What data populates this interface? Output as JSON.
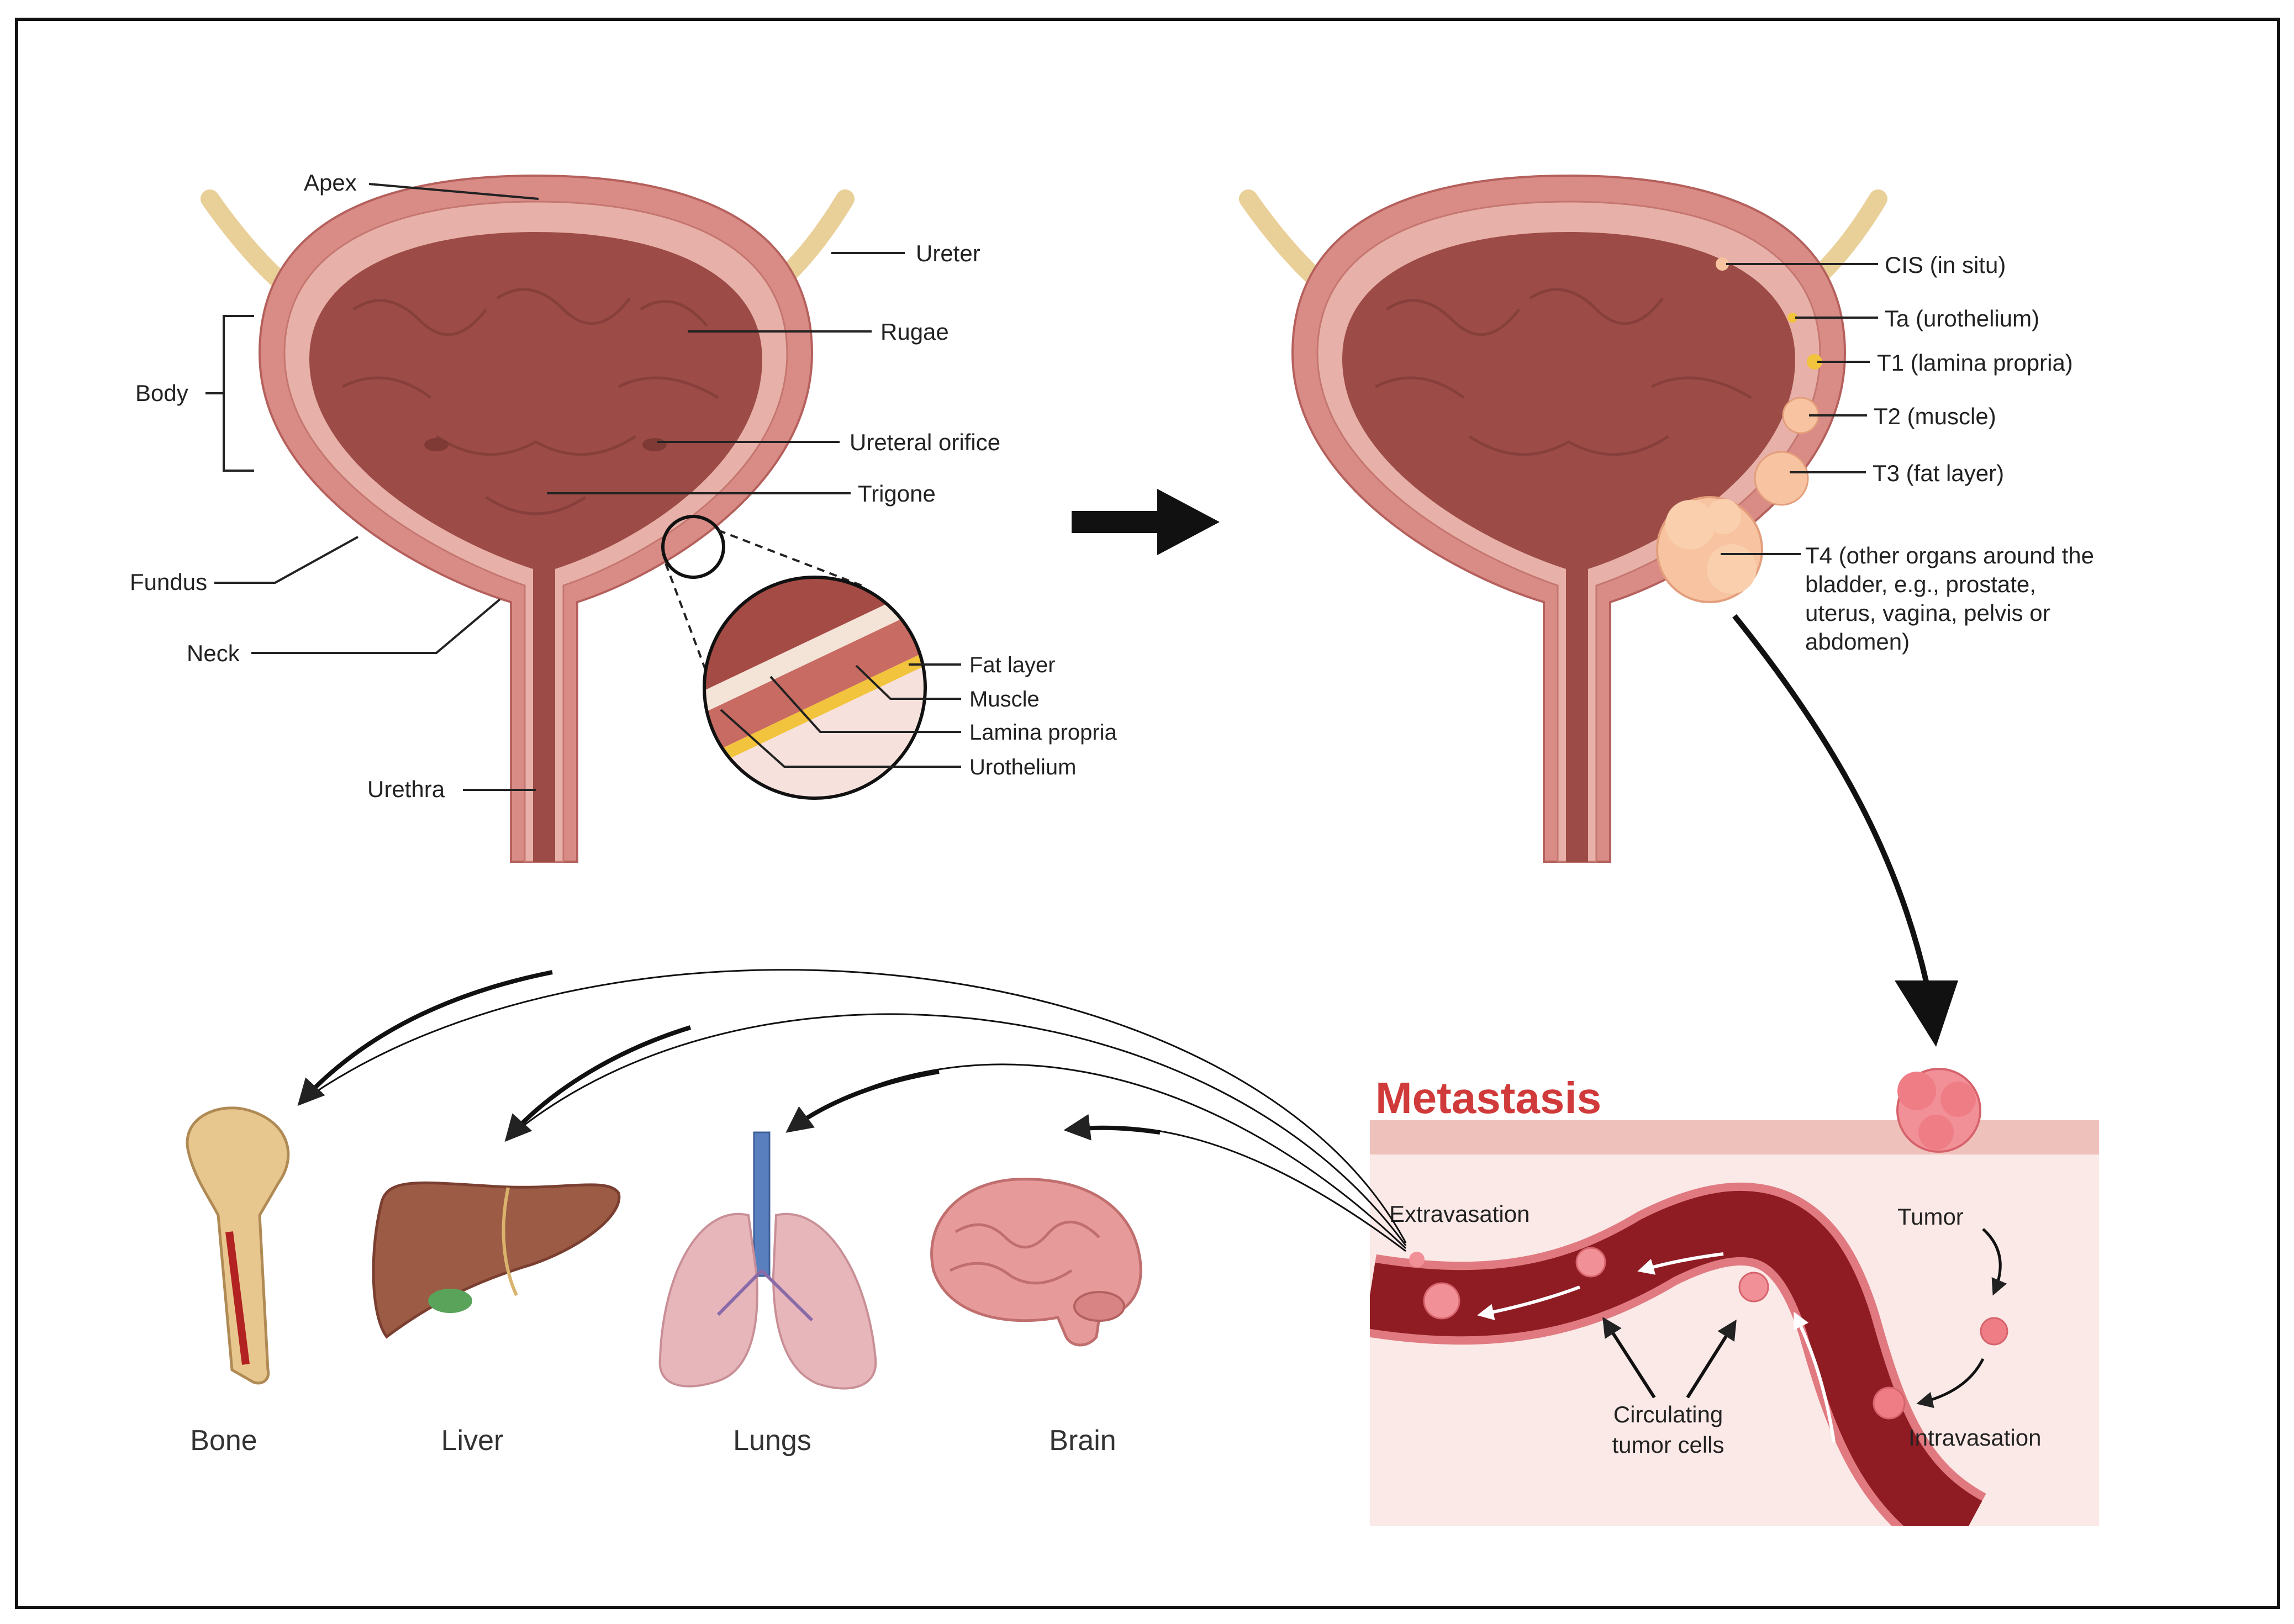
{
  "anatomy": {
    "apex": "Apex",
    "ureter": "Ureter",
    "body": "Body",
    "rugae": "Rugae",
    "ureteral_orifice": "Ureteral orifice",
    "trigone": "Trigone",
    "fundus": "Fundus",
    "neck": "Neck",
    "urethra": "Urethra",
    "inset_layers": [
      "Fat layer",
      "Muscle",
      "Lamina propria",
      "Urothelium"
    ]
  },
  "staging": {
    "stages": [
      "CIS (in situ)",
      "Ta (urothelium)",
      "T1 (lamina propria)",
      "T2 (muscle)",
      "T3 (fat layer)"
    ],
    "t4_lines": [
      "T4 (other organs around the",
      "bladder, e.g.,  prostate,",
      "uterus, vagina, pelvis or",
      "abdomen)"
    ]
  },
  "metastasis": {
    "title": "Metastasis",
    "tumor": "Tumor",
    "extravasation": "Extravasation",
    "intravasation": "Intravasation",
    "circulating_lines": [
      "Circulating",
      "tumor cells"
    ]
  },
  "organs": [
    "Bone",
    "Liver",
    "Lungs",
    "Brain"
  ],
  "colors": {
    "bladder_wall": "#d98b86",
    "bladder_inner": "#9c4b46",
    "ureter": "#e9cf98",
    "tumor": "#f7c3a0",
    "vessel": "#8e1c22",
    "metastasis_bg": "#fbe9e7",
    "title_red": "#d03a3a"
  }
}
